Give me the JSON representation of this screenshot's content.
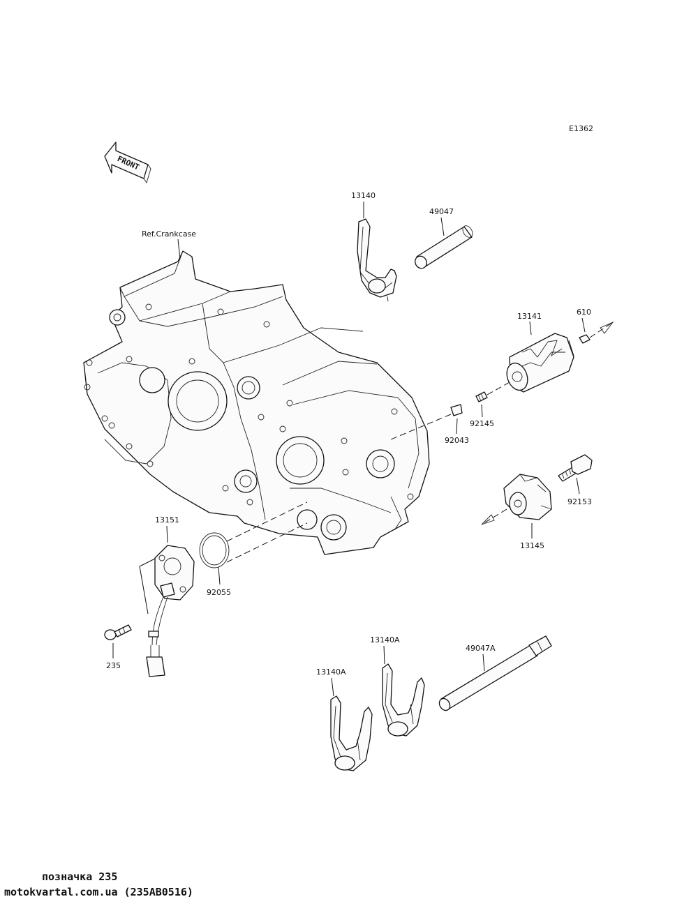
{
  "diagram_code": "E1362",
  "front_label": "FRONT",
  "ref_label": "Ref.Crankcase",
  "parts": {
    "p13140": "13140",
    "p49047": "49047",
    "p13141": "13141",
    "p610": "610",
    "p92145": "92145",
    "p92043": "92043",
    "p92153": "92153",
    "p13145": "13145",
    "p13151": "13151",
    "p92055": "92055",
    "p235": "235",
    "p13140A_top": "13140A",
    "p13140A_left": "13140A",
    "p49047A": "49047A"
  },
  "footer": {
    "line1": "позначка 235",
    "line2": "motokvartal.com.ua (235AB0516)"
  }
}
